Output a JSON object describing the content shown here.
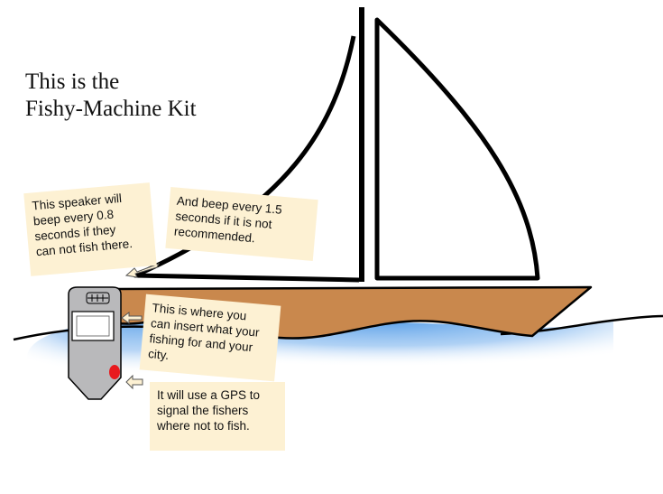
{
  "title": {
    "line1": "This is the",
    "line2": "Fishy-Machine Kit"
  },
  "notes": {
    "speaker": "This speaker will\nbeep every 0.8\nseconds if they\ncan not fish there.",
    "beep": "And beep every 1.5\nseconds if it is not\nrecommended.",
    "insert": "This is where you\ncan insert what your\nfishing for and your\ncity.",
    "gps": "It will use a GPS to\nsignal the fishers\nwhere not to fish."
  },
  "colors": {
    "hull": "#c9884d",
    "water": "#5ba0e8",
    "device": "#b9b9bb",
    "note_bg": "#fdf1d3",
    "button": "#e8191d",
    "sail_stroke": "#000000"
  }
}
